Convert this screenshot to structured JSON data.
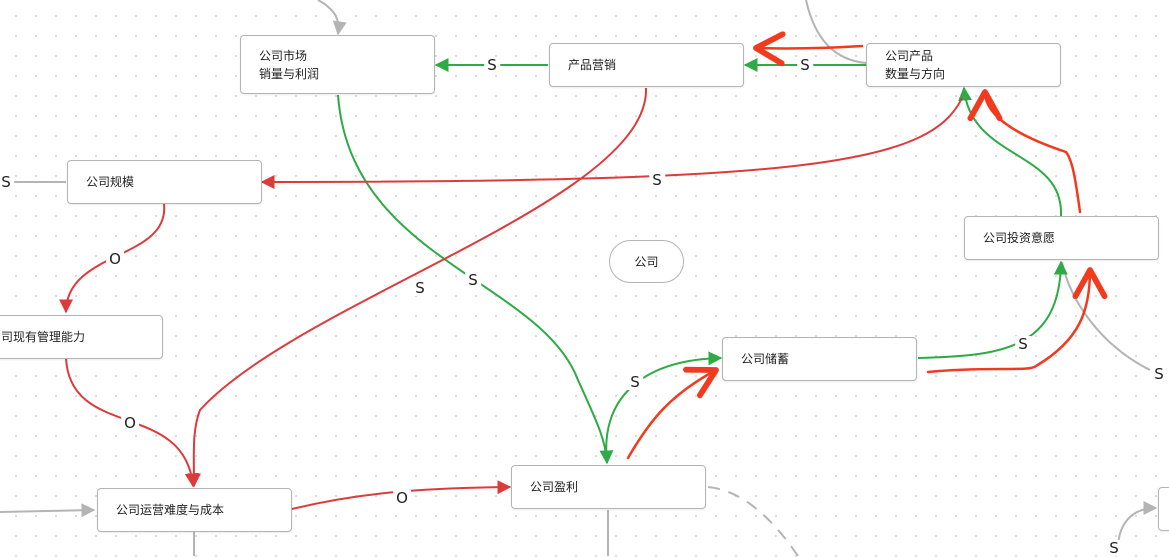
{
  "nodes": {
    "market": {
      "line1": "公司市场",
      "line2": "销量与利润"
    },
    "marketing": "产品营销",
    "product": {
      "line1": "公司产品",
      "line2": "数量与方向"
    },
    "scale": "公司规模",
    "management": "司现有管理能力",
    "invest": "公司投资意愿",
    "company": "公司",
    "savings": "公司储蓄",
    "ops": "公司运营难度与成本",
    "profit": "公司盈利"
  },
  "link_labels": {
    "marketing_to_market": "S",
    "product_to_marketing": "S",
    "left_edge": "S",
    "product_to_scale": "S",
    "scale_to_management": "O",
    "management_to_ops": "O",
    "marketing_to_ops": "S",
    "market_to_profit": "S",
    "profit_to_savings": "S",
    "savings_to_invest": "S",
    "right_edge": "S",
    "ops_to_profit": "O",
    "bottom_edge": "S"
  },
  "colors": {
    "positive": "#2eaa46",
    "negative": "#dd3b3b",
    "highlight": "#f23a1e",
    "neutral": "#b4b4b4",
    "node_border": "#b4b4b4"
  }
}
